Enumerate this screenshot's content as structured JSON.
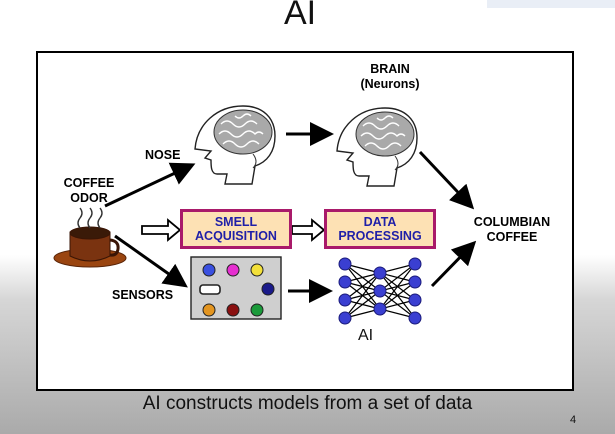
{
  "slide": {
    "title": "AI",
    "caption": "AI constructs models from a set of data",
    "page_number": "4"
  },
  "diagram": {
    "brain_label_line1": "BRAIN",
    "brain_label_line2": "(Neurons)",
    "nose_label": "NOSE",
    "coffee_label_line1": "COFFEE",
    "coffee_label_line2": "ODOR",
    "smell_box_line1": "SMELL",
    "smell_box_line2": "ACQUISITION",
    "data_box_line1": "DATA",
    "data_box_line2": "PROCESSING",
    "result_line1": "COLUMBIAN",
    "result_line2": "COFFEE",
    "sensors_label": "SENSORS",
    "ai_label": "AI"
  },
  "colors": {
    "box_fill": "#fde1b4",
    "box_border": "#a91a6a",
    "box_text": "#1f1fa8",
    "neuron": "#3a3fd1"
  },
  "icons": [
    "brain-icon",
    "cup-icon",
    "sensor-panel-icon",
    "neural-network-icon",
    "cursor-icon"
  ]
}
